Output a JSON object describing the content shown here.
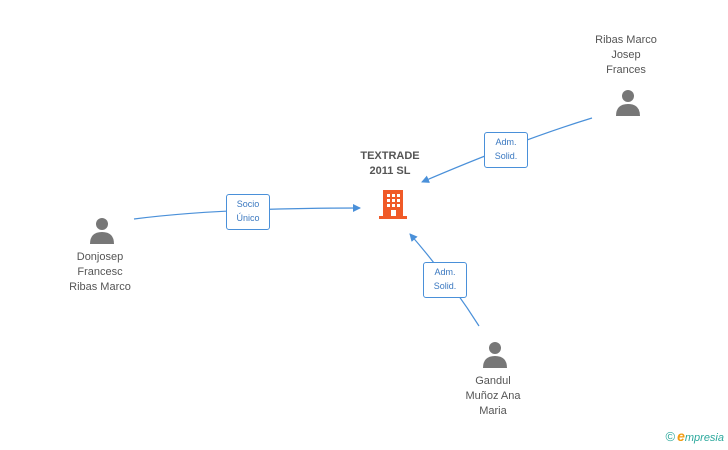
{
  "company": {
    "name_lines": [
      "TEXTRADE",
      "2011 SL"
    ]
  },
  "people": [
    {
      "id": "ribas-marco-josep",
      "name_lines": [
        "Ribas Marco",
        "Josep",
        "Frances"
      ]
    },
    {
      "id": "donjosep",
      "name_lines": [
        "Donjosep",
        "Francesc",
        "Ribas Marco"
      ]
    },
    {
      "id": "gandul",
      "name_lines": [
        "Gandul",
        "Muñoz Ana",
        "Maria"
      ]
    }
  ],
  "relations": [
    {
      "from": "ribas-marco-josep",
      "label_lines": [
        "Adm.",
        "Solid."
      ]
    },
    {
      "from": "donjosep",
      "label_lines": [
        "Socio",
        "Único"
      ]
    },
    {
      "from": "gandul",
      "label_lines": [
        "Adm.",
        "Solid."
      ]
    }
  ],
  "brand": {
    "copyright": "©",
    "initial": "e",
    "rest": "mpresia"
  },
  "colors": {
    "edge": "#4a90d9",
    "company_icon": "#f05a28",
    "person_icon": "#777777",
    "text": "#555555"
  }
}
